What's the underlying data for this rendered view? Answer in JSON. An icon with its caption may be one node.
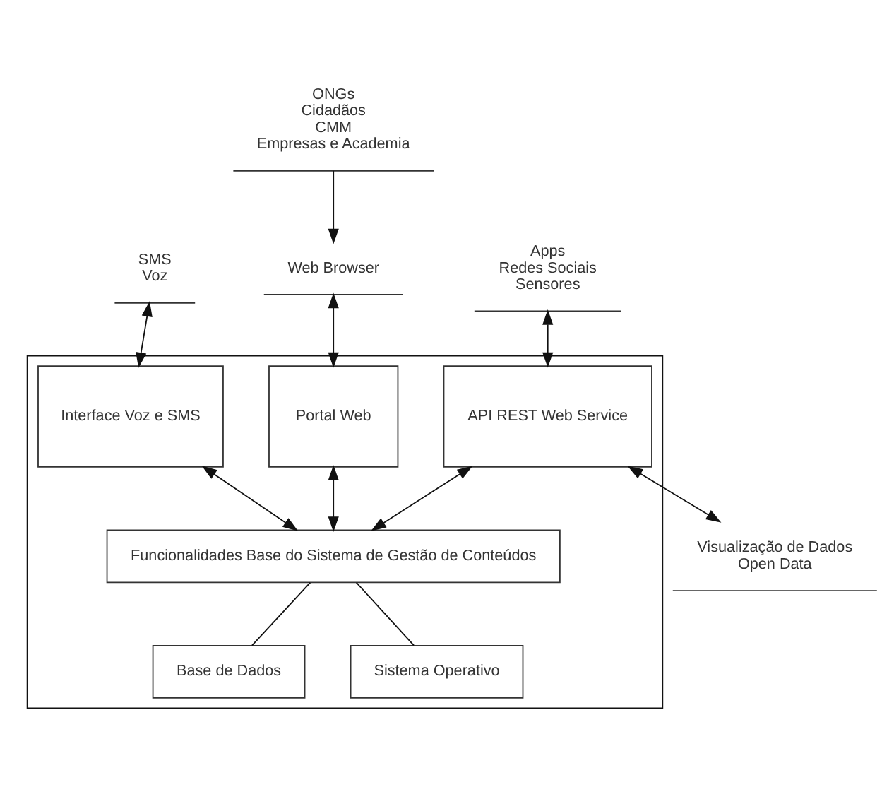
{
  "diagram": {
    "nodes": [
      {
        "text": [
          "ONGs",
          "Cidadãos",
          "CMM",
          "Empresas e Academia"
        ]
      },
      {
        "text": [
          "SMS",
          "Voz"
        ]
      },
      {
        "text": [
          "Web Browser"
        ]
      },
      {
        "text": [
          "Apps",
          "Redes Sociais",
          "Sensores"
        ]
      },
      {
        "text": [],
        "shape": "box"
      },
      {
        "text": [
          "Interface Voz e SMS"
        ],
        "in": 4
      },
      {
        "text": [
          "Portal Web"
        ],
        "in": 4
      },
      {
        "text": [
          "API REST Web Service"
        ],
        "in": 4
      },
      {
        "text": [
          "Funcionalidades Base do Sistema de Gestão de Conteúdos"
        ],
        "in": 4
      },
      {
        "text": [
          "Base de Dados"
        ],
        "in": 4
      },
      {
        "text": [
          "Sistema Operativo"
        ],
        "in": 4
      },
      {
        "text": [
          "Visualização de Dados",
          "Open Data"
        ]
      }
    ],
    "edges": [
      {
        "from": 0,
        "to": 2,
        "arrow": "to"
      },
      {
        "from": 1,
        "to": 5,
        "arrow": "both"
      },
      {
        "from": 2,
        "to": 6,
        "arrow": "both"
      },
      {
        "from": 3,
        "to": 7,
        "arrow": "both"
      },
      {
        "from": 7,
        "to": 11,
        "arrow": "both"
      },
      {
        "from": 5,
        "to": 8,
        "arrow": "both"
      },
      {
        "from": 6,
        "to": 8,
        "arrow": "both"
      },
      {
        "from": 7,
        "to": 8,
        "arrow": "both"
      },
      {
        "from": 8,
        "to": 9,
        "arrow": "none"
      },
      {
        "from": 8,
        "to": 10,
        "arrow": "none"
      }
    ]
  }
}
